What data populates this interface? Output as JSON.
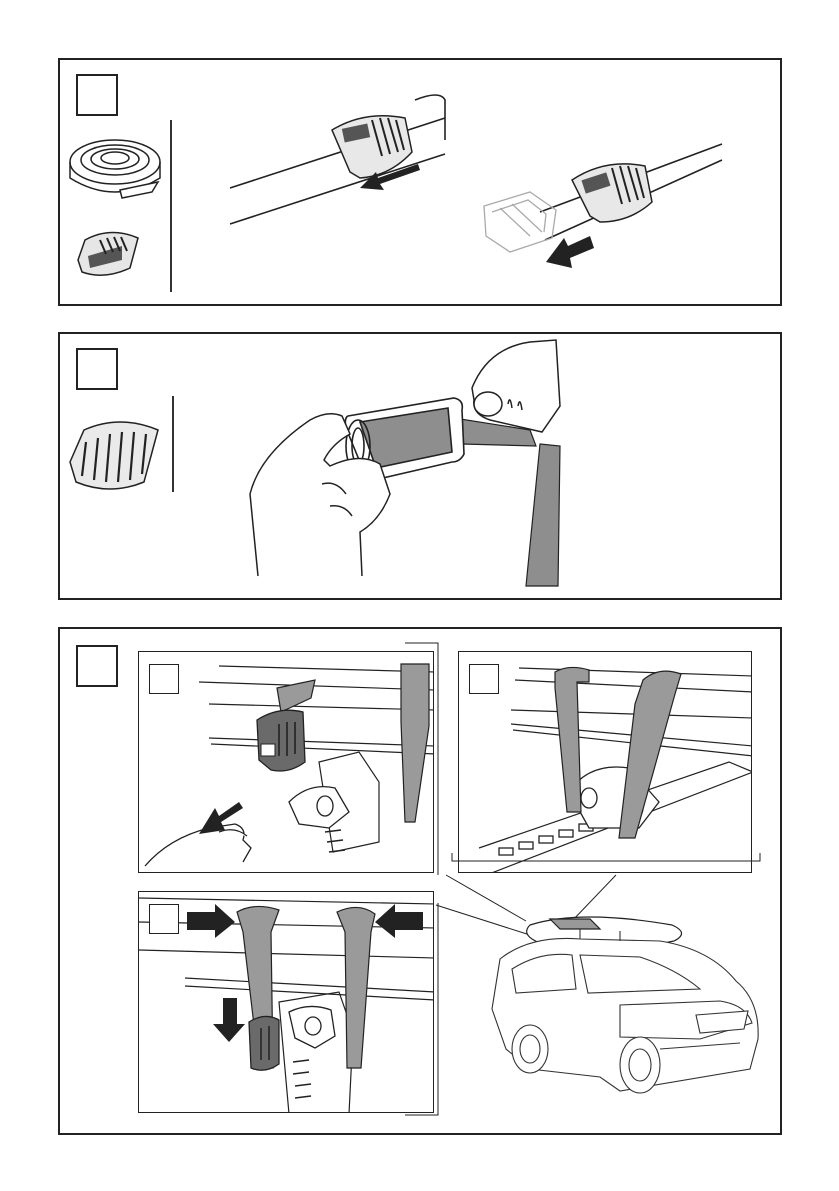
{
  "steps": [
    {
      "id": "step-1",
      "label": ""
    },
    {
      "id": "step-2",
      "label": ""
    },
    {
      "id": "step-3",
      "label": ""
    }
  ],
  "substeps": [
    {
      "id": "substep-a",
      "label": ""
    },
    {
      "id": "substep-b",
      "label": ""
    },
    {
      "id": "substep-c",
      "label": ""
    }
  ],
  "colors": {
    "strap": "#9a9a9a",
    "strap_dark": "#6e6e6e",
    "buckle": "#5a5a5a",
    "line": "#222222"
  },
  "icons": [
    "strap-roll-icon",
    "buckle-icon",
    "rubber-pad-icon",
    "arrow-icon",
    "car-icon",
    "board-icon",
    "hand-icon"
  ]
}
